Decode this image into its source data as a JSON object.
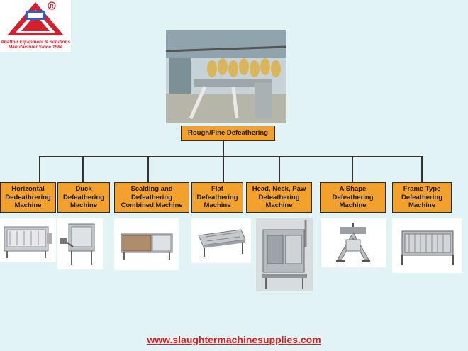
{
  "logo": {
    "line1": "Abattoir Equipment & Solutions",
    "line2": "Manufacturer Since 1984",
    "mark": "®",
    "brand_color": "#d4202c"
  },
  "root": {
    "label": "Rough/Fine Defeathering"
  },
  "children": [
    {
      "label": "Horizontal Dedeathrering Machine"
    },
    {
      "label": "Duck Defeathering Machine"
    },
    {
      "label": "Scalding and Defeathering Combined Machine"
    },
    {
      "label": "Flat Defeathering Machine"
    },
    {
      "label": "Head, Neck, Paw Defeathering Machine"
    },
    {
      "label": "A Shape Defeathering Machine"
    },
    {
      "label": "Frame Type Defeathering Machine"
    }
  ],
  "footer": {
    "url": "www.slaughtermachinesupplies.com"
  },
  "colors": {
    "node_fill": "#f3a12d",
    "background": "#e2f3f6",
    "url": "#d6201e"
  }
}
